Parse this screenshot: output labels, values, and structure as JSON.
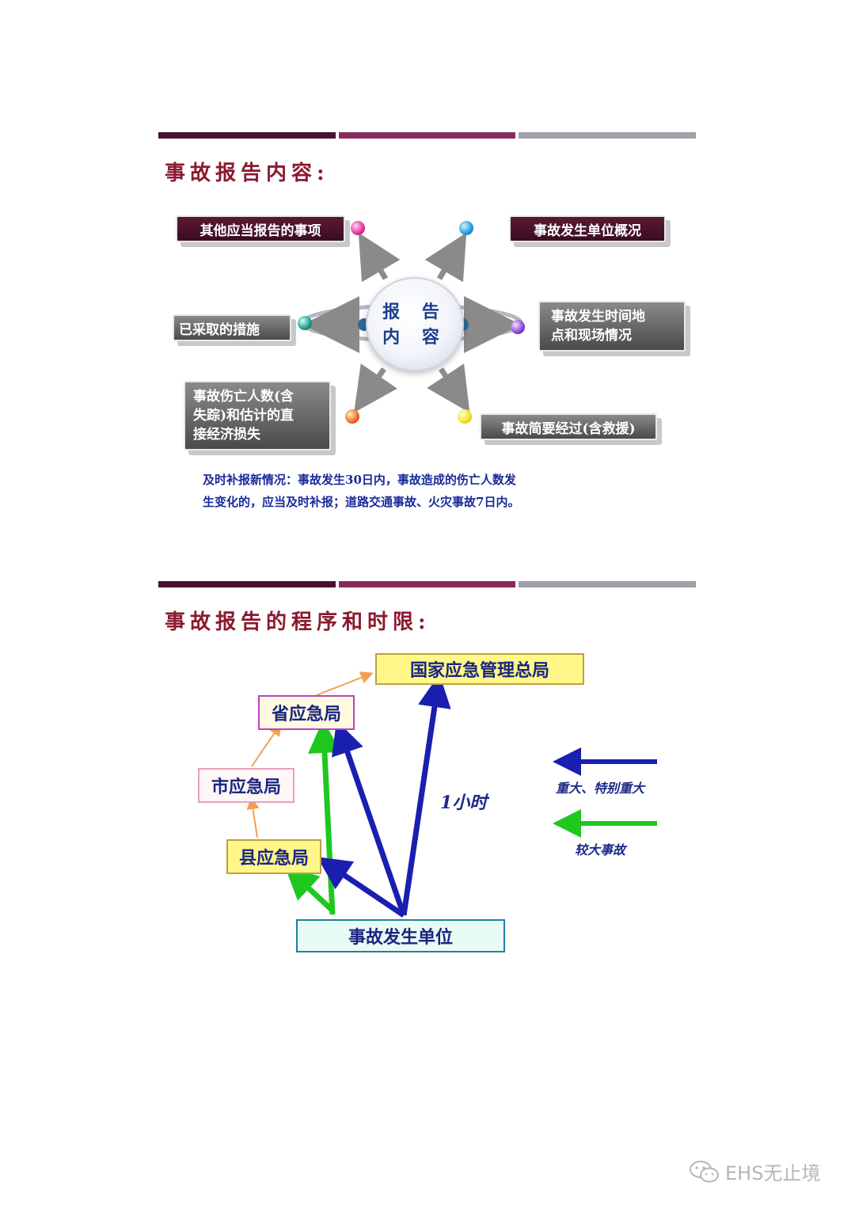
{
  "slide1": {
    "title": "事故报告内容:",
    "center": [
      "报 告",
      "内 容"
    ],
    "items": {
      "top_left": "其他应当报告的事项",
      "top_right": "事故发生单位概况",
      "mid_left": "已采取的措施",
      "mid_right_1": "事故发生时间地",
      "mid_right_2": "点和现场情况",
      "bottom_left_1": "事故伤亡人数(含",
      "bottom_left_2": "失踪)和估计的直",
      "bottom_left_3": "接经济损失",
      "bottom_right": "事故简要经过(含救援)"
    },
    "note_line1": "及时补报新情况：事故发生30日内，事故造成的伤亡人数发",
    "note_line2": "生变化的，应当及时补报；道路交通事故、火灾事故7日内。"
  },
  "slide2": {
    "title": "事故报告的程序和时限:",
    "boxes": {
      "national": "国家应急管理总局",
      "province": "省应急局",
      "city": "市应急局",
      "county": "县应急局",
      "unit": "事故发生单位"
    },
    "time_label": "1小时",
    "legend": {
      "blue": "重大、特别重大",
      "green": "较大事故"
    },
    "colors": {
      "blue": "#1a1fb0",
      "green": "#1fc81f",
      "orange": "#f0a050"
    }
  },
  "watermark": "EHS无止境",
  "icons": {
    "watermark_icon": "wechat-icon"
  }
}
